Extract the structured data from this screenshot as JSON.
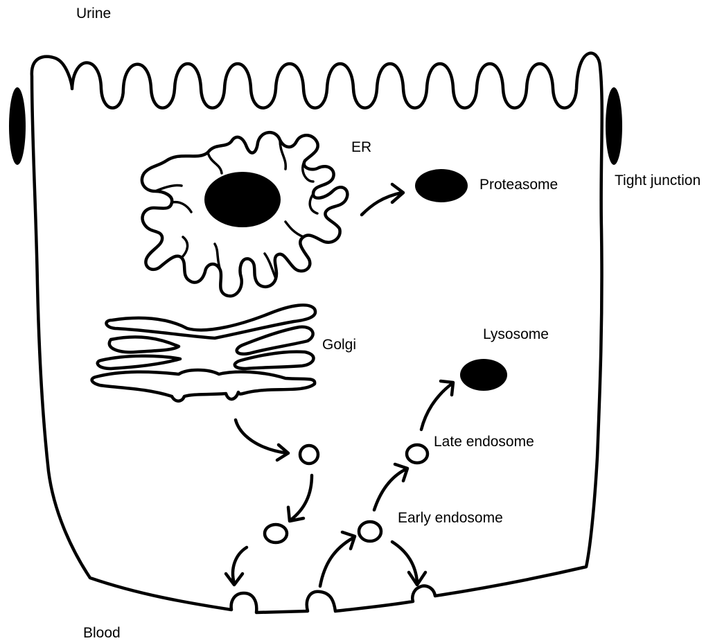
{
  "labels": {
    "urine": "Urine",
    "blood": "Blood",
    "er": "ER",
    "proteasome": "Proteasome",
    "tight_junction": "Tight junction",
    "golgi": "Golgi",
    "lysosome": "Lysosome",
    "late_endosome": "Late endosome",
    "early_endosome": "Early endosome"
  },
  "colors": {
    "stroke": "#000000",
    "fill": "#000000",
    "background": "#ffffff"
  }
}
